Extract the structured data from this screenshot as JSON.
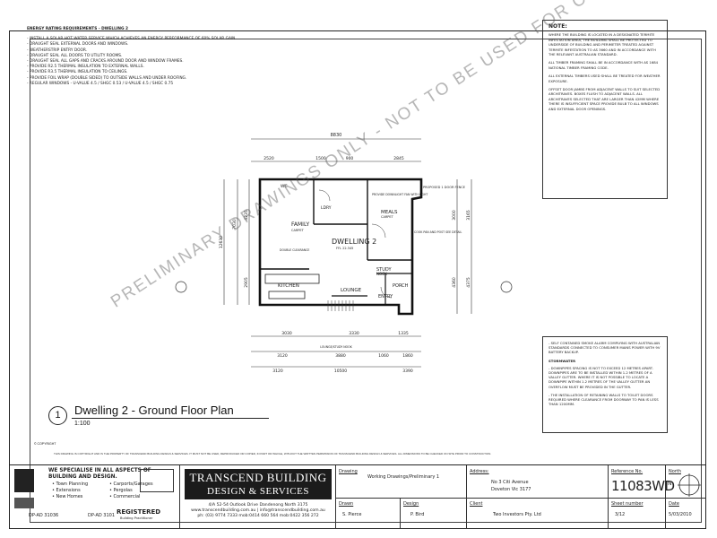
{
  "energy": {
    "heading": "ENERGY RATING REQUIREMENTS - DWELLING 2",
    "items": [
      "INSTALL A SOLAR HOT WATER SERVICE WHICH ACHIEVES AN ENERGY PERFORMANCE OF 60% SOLAR GAIN",
      "DRAUGHT SEAL EXTERNAL DOORS AND WINDOWS.",
      "WEATHERSTRIP ENTRY DOOR.",
      "DRAUGHT SEAL ALL DOORS TO UTILITY ROOMS.",
      "DRAUGHT SEAL ALL GAPS AND CRACKS AROUND DOOR AND WINDOW FRAMES.",
      "PROVIDE R2.5 THERMAL INSULATION TO EXTERNAL WALLS.",
      "PROVIDE R3.5 THERMAL INSULATION TO CEILINGS.",
      "PROVIDE FOIL WRAP (DOUBLE SIDED) TO OUTSIDE WALLS AND UNDER ROOFING.",
      "REGULAR WINDOWS - U-VALUE 4.5 / SHGC 0.53 / U-VALUE 4.5 / SHGC 0.75"
    ]
  },
  "notes": {
    "heading": "NOTE:",
    "paragraphs": [
      "WHERE THE BUILDING IS LOCATED IN A DESIGNATED TERMITE INFESTATION AREA, THE BUILDING SHALL BE PROTECTED TO UNDERSIDE OF BUILDING AND PERIMETER TREATED AGAINST TERMITE INFESTATION TO AS 3660 AND IN ACCORDANCE WITH THE RELEVANT AUSTRALIAN STANDARD.",
      "ALL TIMBER FRAMING SHALL BE IN ACCORDANCE WITH AS 1684 NATIONAL TIMBER FRAMING CODE.",
      "ALL EXTERNAL TIMBERS USED SHALL BE TREATED FOR WEATHER EXPOSURE.",
      "OFFSET DOOR JAMBS FROM ADJACENT WALLS TO SUIT SELECTED ARCHITRAVES. BOXES FLUSH TO ADJACENT WALLS. ALL ARCHITRAVES SELECTED THAT ARE LARGER THAN 42MM WHERE THERE IS INSUFFICIENT SPACE PROVIDE BULB TO ALL WINDOWS AND EXTERNAL DOOR OPENINGS."
    ]
  },
  "notes2": {
    "paragraphs": [
      "- SELF CONTAINED SMOKE ALARM COMPLYING WITH AUSTRALIAN STANDARDS CONNECTED TO CONSUMER MAINS POWER WITH 9V BATTERY BACKUP."
    ],
    "subheading": "STORMWATER",
    "paragraphs2": [
      "- DOWNPIPES SPACING IS NOT TO EXCEED 12 METRES APART. DOWNPIPES ARE TO BE INSTALLED WITHIN 1.2 METRES OF A VALLEY GUTTER. WHERE IT IS NOT POSSIBLE TO LOCATE A DOWNPIPE WITHIN 1.2 METRES OF THE VALLEY GUTTER AN OVERFLOW MUST BE PROVIDED IN THE GUTTER.",
      "- THE INSTALLATION OF RETAINING WALLS TO TOILET DOORS REQUIRED WHERE CLEARANCE FROM DOORWAY TO PAN IS LESS THAN 1200MM."
    ]
  },
  "plan": {
    "rooms": {
      "family": "FAMILY",
      "family_sub": "CARPET",
      "dwelling": "DWELLING 2",
      "dwelling_area": "FFL 22.345",
      "kitchen": "KITCHEN",
      "meals": "MEALS",
      "meals_sub": "CARPET",
      "study": "STUDY",
      "study_sub": "NOOK",
      "lounge": "LOUNGE",
      "entry": "ENTRY",
      "porch": "PORCH",
      "ldry": "LDRY",
      "wc": "WC"
    },
    "dims_top": [
      "2520",
      "1500",
      "900",
      "2845"
    ],
    "dim_overall_top": "8830",
    "dims_bottom1": [
      "3030",
      "3330",
      "1335"
    ],
    "dims_bottom2": [
      "3120",
      "3880",
      "1060",
      "1860"
    ],
    "dims_bottom3": [
      "3120",
      "10500",
      "3390"
    ],
    "dim_bottom_label": "LOUNGE/STUDY NOOK",
    "dims_left": [
      "12630",
      "7030",
      "4235",
      "2905"
    ],
    "dims_right": [
      "3000",
      "3165",
      "4360",
      "4375"
    ],
    "annotations": {
      "roof": "PROPOSED 1 DOOR FENCE",
      "door": "PROVIDE DOWNLIGHT FAN WITH LIGHT",
      "fixed": "COOK PAN AND POST SEE DETAIL",
      "family_note": "DOUBLE CLEARANCE"
    }
  },
  "watermark": "PRELIMINARY DRAWINGS ONLY  - NOT TO BE USED FOR CONSTRUCTION",
  "drawing_title": {
    "number": "1",
    "name": "Dwelling 2 - Ground Floor Plan",
    "scale": "1:100"
  },
  "copyright": "© COPYRIGHT",
  "disclaimer": "THIS DRAWING IS COPYRIGHT AND IS THE PROPERTY OF TRANSCEND BUILDING DESIGN & SERVICES. IT MUST NOT BE USED, REPRODUCED OR COPIED, IN PART OR WHOLE, WITHOUT THE WRITTEN PERMISSION OF TRANSCEND BUILDING DESIGN & SERVICES. ALL DIMENSIONS TO BE CHECKED ON SITE PRIOR TO CONSTRUCTION.",
  "title_block": {
    "spec_heading": "WE SPECIALISE IN ALL ASPECTS OF BUILDING AND DESIGN.",
    "spec_col1": [
      "Town Planning",
      "Extensions",
      "New Homes"
    ],
    "spec_col2": [
      "Carports/Garages",
      "Pergolas",
      "Commercial"
    ],
    "reg1": "DP-AD 31036",
    "reg2": "DP-AD 3101",
    "registered": "REGISTERED",
    "registered_sub": "Building Practitioner",
    "brand_line1": "TRANSCEND BUILDING",
    "brand_line2": "DESIGN & SERVICES",
    "addr1": "4/A 52-54 Outlook Drive Dandenong North 3175",
    "addr2": "www.transcendbuilding.com.au | info@transcendbuilding.com.au",
    "addr3": "ph: (03) 9774 7333   mob:0414 660 564   mob:0422 356 272",
    "drawing_label": "Drawing",
    "drawing_value": "Working Drawings/Preliminary 1",
    "drawn_label": "Drawn",
    "drawn_value": "S. Pierce",
    "design_label": "Design",
    "design_value": "P. Bird",
    "address_label": "Address:",
    "address_value1": "No 3 Citi Avenue",
    "address_value2": "Doveton Vic 3177",
    "client_label": "Client",
    "client_value": "Two Investors Pty. Ltd",
    "ref_label": "Reference No.",
    "ref_value": "11083WD",
    "sheet_label": "Sheet number",
    "sheet_value": "3/12",
    "date_label": "Date",
    "date_value": "5/03/2010",
    "north_label": "North",
    "north_letter": "N"
  }
}
